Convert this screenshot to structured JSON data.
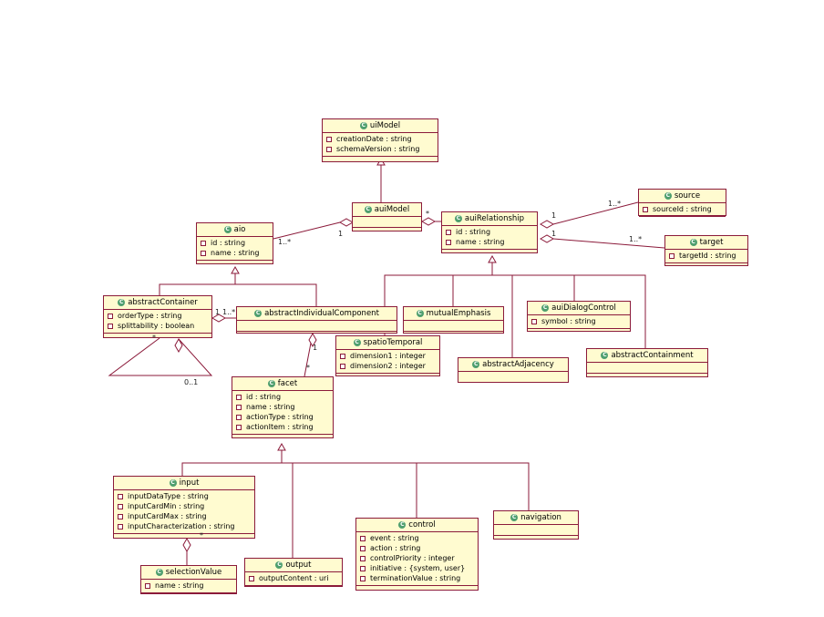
{
  "classes": [
    {
      "id": "uiModel",
      "name": "uiModel",
      "attrs": [
        "creationDate : string",
        "schemaVersion : string"
      ]
    },
    {
      "id": "auiModel",
      "name": "auiModel",
      "attrs": []
    },
    {
      "id": "aio",
      "name": "aio",
      "attrs": [
        "id : string",
        "name : string"
      ]
    },
    {
      "id": "auiRelationship",
      "name": "auiRelationship",
      "attrs": [
        "id : string",
        "name : string"
      ]
    },
    {
      "id": "source",
      "name": "source",
      "attrs": [
        "sourceId : string"
      ]
    },
    {
      "id": "target",
      "name": "target",
      "attrs": [
        "targetId : string"
      ]
    },
    {
      "id": "abstractContainer",
      "name": "abstractContainer",
      "attrs": [
        "orderType : string",
        "splittability : boolean"
      ]
    },
    {
      "id": "abstractIndividualComponent",
      "name": "abstractIndividualComponent",
      "attrs": []
    },
    {
      "id": "mutualEmphasis",
      "name": "mutualEmphasis",
      "attrs": []
    },
    {
      "id": "auiDialogControl",
      "name": "auiDialogControl",
      "attrs": [
        "symbol : string"
      ]
    },
    {
      "id": "spatioTemporal",
      "name": "spatioTemporal",
      "attrs": [
        "dimension1 : integer",
        "dimension2 : integer"
      ]
    },
    {
      "id": "abstractAdjacency",
      "name": "abstractAdjacency",
      "attrs": []
    },
    {
      "id": "abstractContainment",
      "name": "abstractContainment",
      "attrs": []
    },
    {
      "id": "facet",
      "name": "facet",
      "attrs": [
        "id : string",
        "name : string",
        "actionType : string",
        "actionItem : string"
      ]
    },
    {
      "id": "input",
      "name": "input",
      "attrs": [
        "inputDataType : string",
        "inputCardMin : string",
        "inputCardMax : string",
        "inputCharacterization : string"
      ]
    },
    {
      "id": "output",
      "name": "output",
      "attrs": [
        "outputContent : uri"
      ]
    },
    {
      "id": "control",
      "name": "control",
      "attrs": [
        "event : string",
        "action : string",
        "controlPriority : integer",
        "initiative : {system, user}",
        "terminationValue : string"
      ]
    },
    {
      "id": "navigation",
      "name": "navigation",
      "attrs": []
    },
    {
      "id": "selectionValue",
      "name": "selectionValue",
      "attrs": [
        "name : string"
      ]
    }
  ],
  "multiplicities": [
    {
      "id": "m-auiModel-aio-many",
      "text": "1..*"
    },
    {
      "id": "m-auiModel-aio-one",
      "text": "1"
    },
    {
      "id": "m-auiModel-rel-many",
      "text": "*"
    },
    {
      "id": "m-rel-source-one",
      "text": "1"
    },
    {
      "id": "m-rel-source-many",
      "text": "1..*"
    },
    {
      "id": "m-rel-target-one",
      "text": "1"
    },
    {
      "id": "m-rel-target-many",
      "text": "1..*"
    },
    {
      "id": "m-container-aio-one",
      "text": "1"
    },
    {
      "id": "m-container-aio-many",
      "text": "1..*"
    },
    {
      "id": "m-container-self-many",
      "text": "*"
    },
    {
      "id": "m-container-self-range",
      "text": "0..1"
    },
    {
      "id": "m-aic-facet-one",
      "text": "1"
    },
    {
      "id": "m-aic-facet-many",
      "text": "*"
    },
    {
      "id": "m-input-selection-many",
      "text": "*"
    }
  ]
}
